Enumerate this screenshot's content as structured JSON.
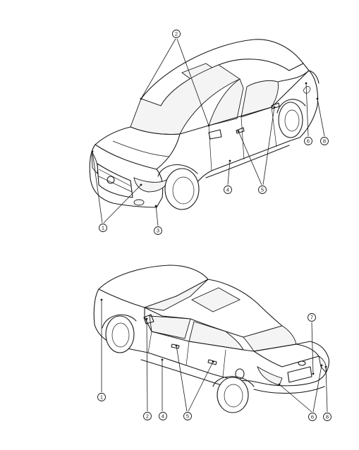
{
  "figure_top": {
    "callouts": {
      "c1": "1",
      "c2": "2",
      "c3": "3",
      "c4": "4",
      "c5": "5",
      "c6": "6",
      "c8": "8"
    }
  },
  "figure_bottom": {
    "callouts": {
      "c1": "1",
      "c2": "2",
      "c4": "4",
      "c5": "5",
      "c6": "6",
      "c7": "7",
      "c8": "8"
    }
  }
}
